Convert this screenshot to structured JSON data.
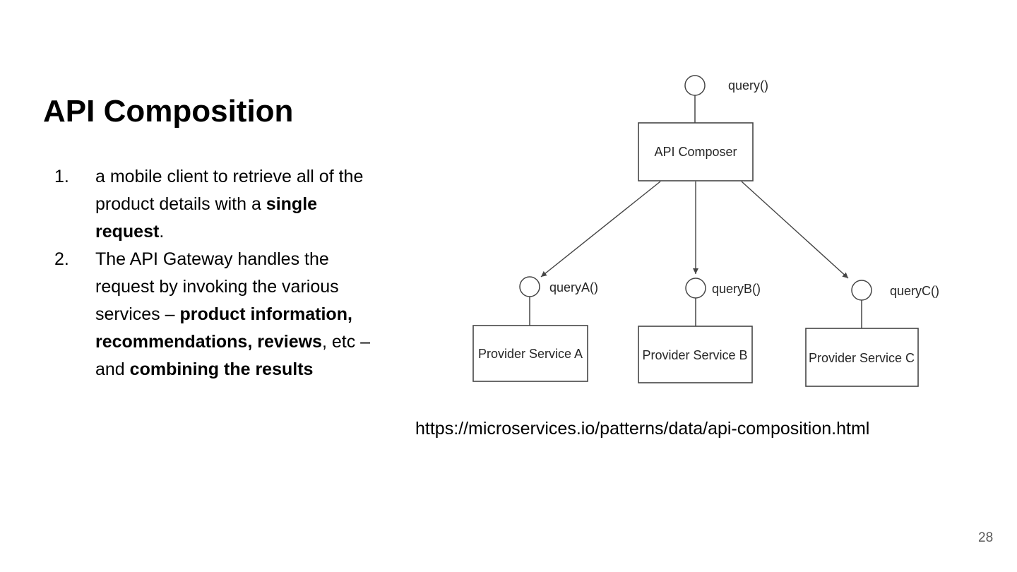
{
  "slide": {
    "title": "API Composition",
    "page_number": "28",
    "source_url": "https://microservices.io/patterns/data/api-composition.html"
  },
  "list": {
    "items": [
      {
        "number": "1.",
        "runs": [
          {
            "text": "a mobile client to retrieve all of the\nproduct details with a ",
            "bold": false
          },
          {
            "text": "single\nrequest",
            "bold": true
          },
          {
            "text": ".",
            "bold": false
          }
        ]
      },
      {
        "number": "2.",
        "runs": [
          {
            "text": "The API Gateway handles the\nrequest by invoking the various\nservices – ",
            "bold": false
          },
          {
            "text": "product information,\nrecommendations, reviews",
            "bold": true
          },
          {
            "text": ", etc –\nand ",
            "bold": false
          },
          {
            "text": "combining the results",
            "bold": true
          }
        ]
      }
    ]
  },
  "diagram": {
    "root_interface_label": "query()",
    "composer_label": "API Composer",
    "providers": [
      {
        "interface_label": "queryA()",
        "box_label": "Provider Service A"
      },
      {
        "interface_label": "queryB()",
        "box_label": "Provider Service B"
      },
      {
        "interface_label": "queryC()",
        "box_label": "Provider Service C"
      }
    ],
    "colors": {
      "line": "#454545",
      "text": "#262626"
    }
  }
}
